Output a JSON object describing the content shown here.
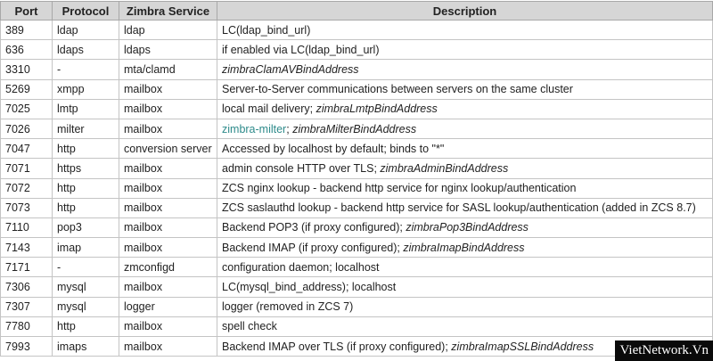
{
  "columns": [
    "Port",
    "Protocol",
    "Zimbra Service",
    "Description"
  ],
  "rows": [
    {
      "port": "389",
      "protocol": "ldap",
      "service": "ldap",
      "desc": [
        {
          "t": "LC(ldap_bind_url)"
        }
      ]
    },
    {
      "port": "636",
      "protocol": "ldaps",
      "service": "ldaps",
      "desc": [
        {
          "t": "if enabled via LC(ldap_bind_url)"
        }
      ]
    },
    {
      "port": "3310",
      "protocol": "-",
      "service": "mta/clamd",
      "desc": [
        {
          "t": "zimbraClamAVBindAddress",
          "s": "italic"
        }
      ]
    },
    {
      "port": "5269",
      "protocol": "xmpp",
      "service": "mailbox",
      "desc": [
        {
          "t": "Server-to-Server communications between servers on the same cluster"
        }
      ]
    },
    {
      "port": "7025",
      "protocol": "lmtp",
      "service": "mailbox",
      "desc": [
        {
          "t": "local mail delivery; "
        },
        {
          "t": "zimbraLmtpBindAddress",
          "s": "italic"
        }
      ]
    },
    {
      "port": "7026",
      "protocol": "milter",
      "service": "mailbox",
      "desc": [
        {
          "t": "zimbra-milter",
          "s": "link"
        },
        {
          "t": "; "
        },
        {
          "t": "zimbraMilterBindAddress",
          "s": "italic"
        }
      ]
    },
    {
      "port": "7047",
      "protocol": "http",
      "service": "conversion server",
      "desc": [
        {
          "t": "Accessed by localhost by default; binds to \"*\""
        }
      ]
    },
    {
      "port": "7071",
      "protocol": "https",
      "service": "mailbox",
      "desc": [
        {
          "t": "admin console HTTP over TLS; "
        },
        {
          "t": "zimbraAdminBindAddress",
          "s": "italic"
        }
      ]
    },
    {
      "port": "7072",
      "protocol": "http",
      "service": "mailbox",
      "desc": [
        {
          "t": "ZCS nginx lookup - backend http service for nginx lookup/authentication"
        }
      ]
    },
    {
      "port": "7073",
      "protocol": "http",
      "service": "mailbox",
      "desc": [
        {
          "t": "ZCS saslauthd lookup - backend http service for SASL lookup/authentication (added in ZCS 8.7)"
        }
      ]
    },
    {
      "port": "7110",
      "protocol": "pop3",
      "service": "mailbox",
      "desc": [
        {
          "t": "Backend POP3 (if proxy configured); "
        },
        {
          "t": "zimbraPop3BindAddress",
          "s": "italic"
        }
      ]
    },
    {
      "port": "7143",
      "protocol": "imap",
      "service": "mailbox",
      "desc": [
        {
          "t": "Backend IMAP (if proxy configured); "
        },
        {
          "t": "zimbraImapBindAddress",
          "s": "italic"
        }
      ]
    },
    {
      "port": "7171",
      "protocol": "-",
      "service": "zmconfigd",
      "desc": [
        {
          "t": "configuration daemon; localhost"
        }
      ]
    },
    {
      "port": "7306",
      "protocol": "mysql",
      "service": "mailbox",
      "desc": [
        {
          "t": "LC(mysql_bind_address); localhost"
        }
      ]
    },
    {
      "port": "7307",
      "protocol": "mysql",
      "service": "logger",
      "desc": [
        {
          "t": "logger (removed in ZCS 7)"
        }
      ]
    },
    {
      "port": "7780",
      "protocol": "http",
      "service": "mailbox",
      "desc": [
        {
          "t": "spell check"
        }
      ]
    },
    {
      "port": "7993",
      "protocol": "imaps",
      "service": "mailbox",
      "desc": [
        {
          "t": "Backend IMAP over TLS (if proxy configured); "
        },
        {
          "t": "zimbraImapSSLBindAddress",
          "s": "italic"
        }
      ]
    }
  ],
  "watermark": "VietNetwork.Vn"
}
